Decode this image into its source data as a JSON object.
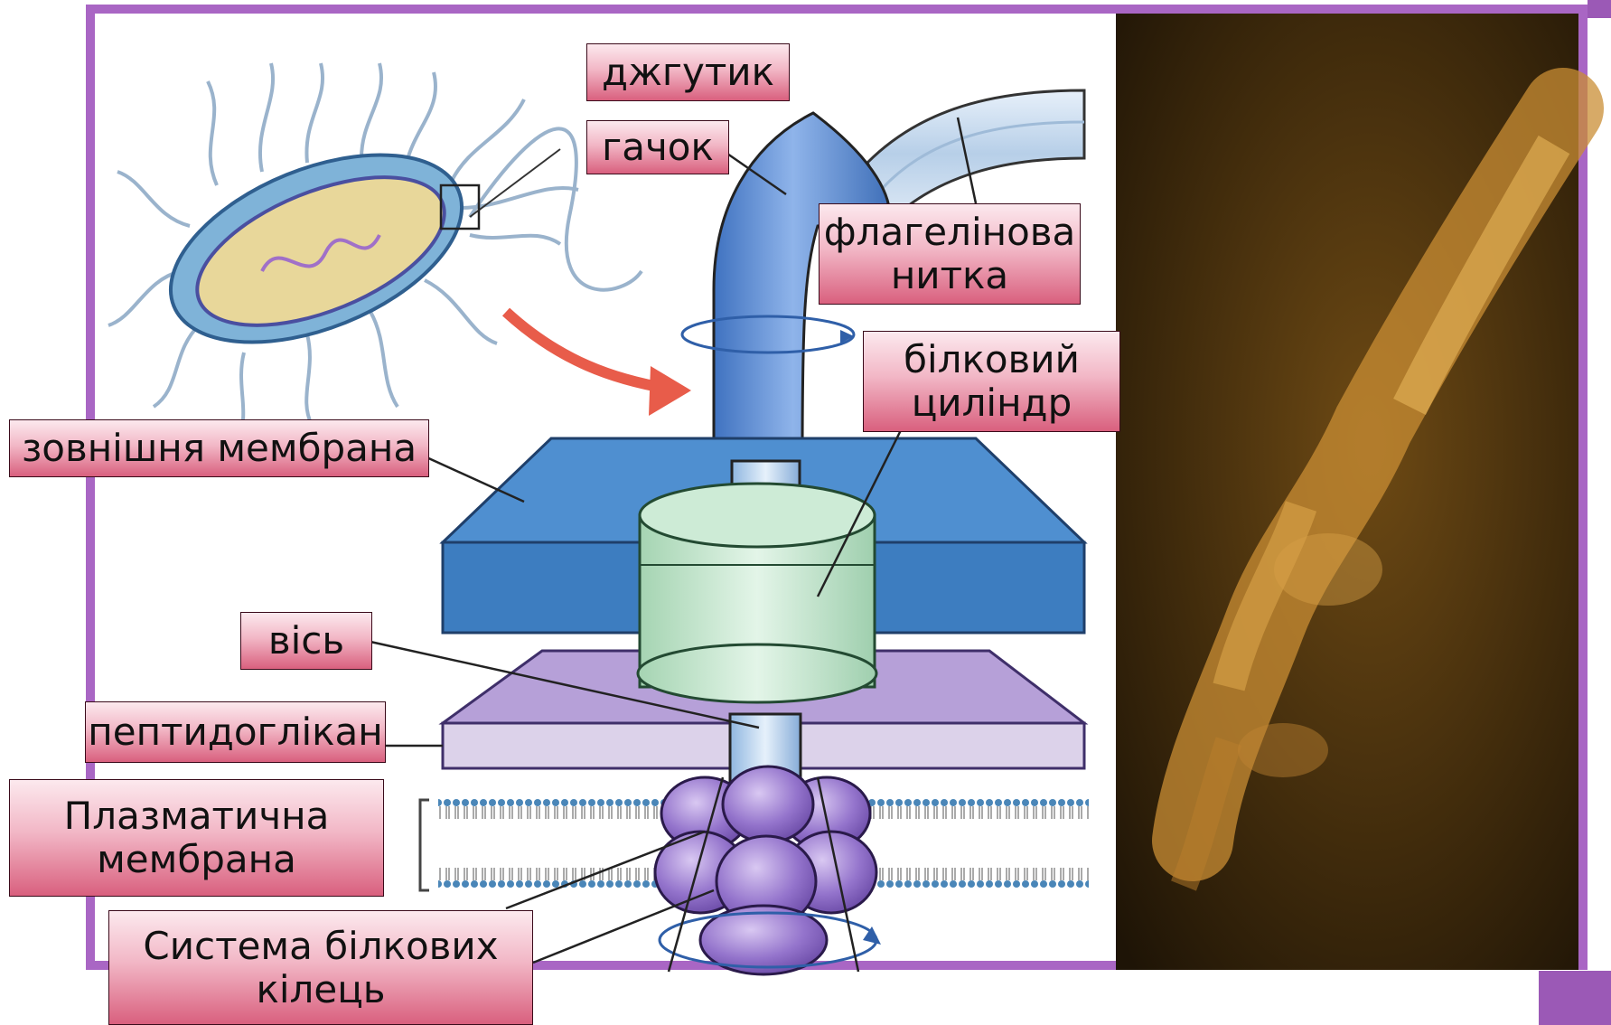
{
  "colors": {
    "frame": "#a966c4",
    "label_top": "#fce9ee",
    "label_bottom": "#d9607e",
    "outer_membrane": "#4f8fd0",
    "peptidoglycan": "#b6a0d8",
    "protein_cylinder": "#b8e0c4",
    "hook": "#5d8fd6",
    "filament": "#c7dbee",
    "rings": "#8e6cc4",
    "micrograph_bg": "#2a1c08",
    "micrograph_fibre": "#d49a3c"
  },
  "labels": {
    "flagellum": "джгутик",
    "hook": "гачок",
    "filament": "флагелінова\nнитка",
    "protein_cylinder": "білковий\nциліндр",
    "outer_membrane": "зовнішня мембрана",
    "axis": "вісь",
    "peptidoglycan": "пептидоглікан",
    "plasma_membrane": "Плазматична\nмембрана",
    "ring_system": "Система білкових\nкілець"
  }
}
